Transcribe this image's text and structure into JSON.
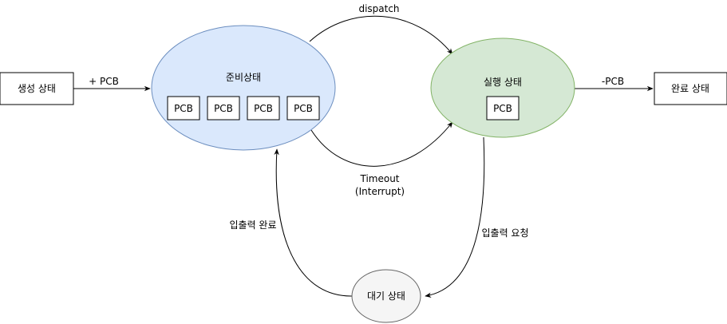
{
  "nodes": {
    "created": {
      "label": "생성 상태"
    },
    "ready": {
      "label": "준비상태",
      "fill": "#dae8fc",
      "stroke": "#6c8ebf",
      "pcbs": [
        "PCB",
        "PCB",
        "PCB",
        "PCB"
      ]
    },
    "running": {
      "label": "실행 상태",
      "fill": "#d5e8d4",
      "stroke": "#82b366",
      "pcb": "PCB"
    },
    "done": {
      "label": "완료 상태"
    },
    "waiting": {
      "label": "대기 상태",
      "fill": "#f5f5f5",
      "stroke": "#666666"
    }
  },
  "edges": {
    "add_pcb": "+ PCB",
    "dispatch": "dispatch",
    "remove_pcb": "-PCB",
    "timeout": [
      "Timeout",
      "(Interrupt)"
    ],
    "io_request": "입출력 요청",
    "io_complete": "입출력 완료"
  }
}
